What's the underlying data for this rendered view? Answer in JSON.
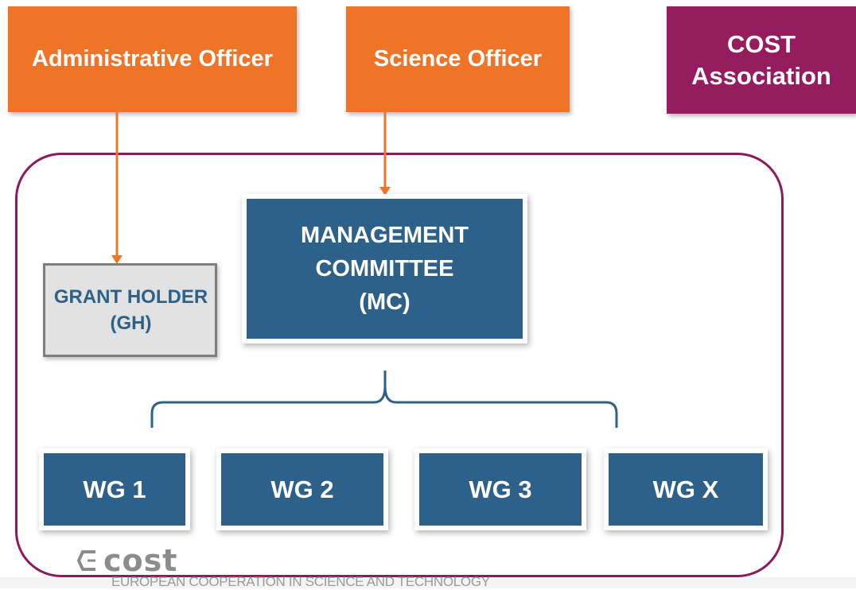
{
  "boxes": {
    "administrative_officer": "Administrative Officer",
    "science_officer": "Science Officer",
    "cost_association": [
      "COST",
      "Association"
    ],
    "management_committee": [
      "MANAGEMENT",
      "COMMITTEE",
      "(MC)"
    ],
    "grant_holder": [
      "GRANT HOLDER",
      "(GH)"
    ],
    "working_groups": [
      "WG 1",
      "WG 2",
      "WG 3",
      "WG X"
    ]
  },
  "footer": {
    "logo_text": "cost",
    "tagline": "EUROPEAN COOPERATION IN SCIENCE AND TECHNOLOGY"
  },
  "colors": {
    "orange": "#f07427",
    "purple": "#951c5e",
    "blue": "#2d6189",
    "grey": "#e2e2e2",
    "container_border": "#8b1a5a"
  }
}
